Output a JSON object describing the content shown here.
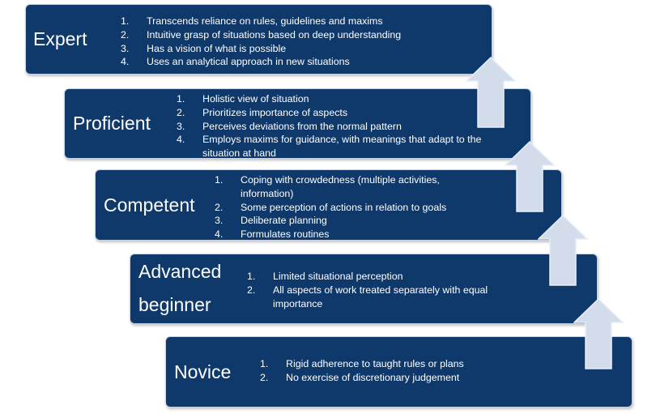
{
  "stages": [
    {
      "id": "expert",
      "title": [
        "Expert"
      ],
      "items": [
        "Transcends reliance on rules, guidelines and maxims",
        "Intuitive grasp of situations based on deep understanding",
        "Has a vision of what is possible",
        "Uses an analytical approach in new situations"
      ]
    },
    {
      "id": "proficient",
      "title": [
        "Proficient"
      ],
      "items": [
        "Holistic view of situation",
        "Prioritizes importance of aspects",
        "Perceives deviations from the normal pattern",
        "Employs maxims for guidance, with meanings that adapt to the situation at hand"
      ]
    },
    {
      "id": "competent",
      "title": [
        "Competent"
      ],
      "items": [
        "Coping with crowdedness (multiple activities, information)",
        "Some perception of actions in relation to goals",
        "Deliberate planning",
        "Formulates routines"
      ]
    },
    {
      "id": "advanced-beginner",
      "title": [
        "Advanced",
        "beginner"
      ],
      "items": [
        "Limited situational perception",
        "All aspects of work treated separately with equal importance"
      ]
    },
    {
      "id": "novice",
      "title": [
        "Novice"
      ],
      "items": [
        "Rigid adherence to taught rules or plans",
        "No exercise of discretionary judgement"
      ]
    }
  ],
  "colors": {
    "box_fill": "#10396b",
    "box_border": "#c9d2df",
    "text": "#ffffff",
    "arrow_fill": "#d2dcea",
    "arrow_edge": "#e8eef6"
  },
  "arrow_icon": "up-arrow-icon"
}
